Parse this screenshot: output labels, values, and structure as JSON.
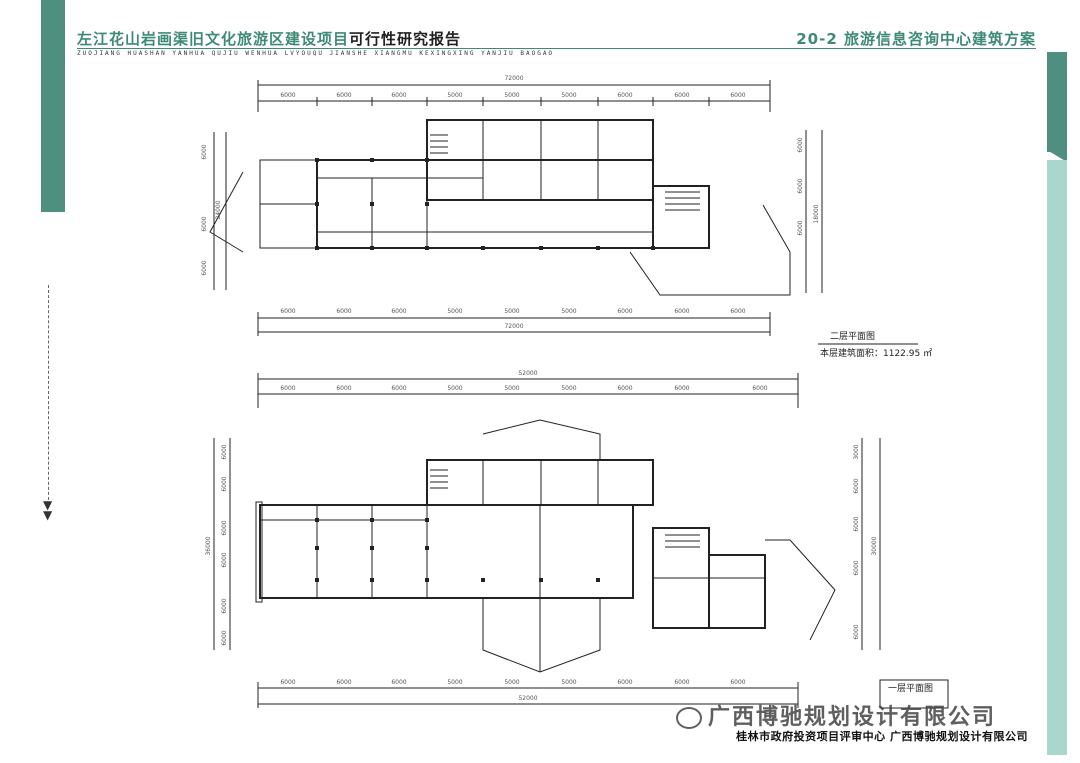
{
  "header": {
    "title_part1": "左江花山岩画渠旧文化旅游区建设项目",
    "title_part2": "可行性研究报告",
    "subtitle": "ZUOJIANG HUASHAN YANHUA QUJIU WENHUA LVYOUQU JIANSHE XIANGMU KEXINGXING YANJIU BAOGAO",
    "section": "20-2 旅游信息咨询中心建筑方案"
  },
  "plan_top": {
    "overall_width": "72000",
    "dims": [
      "6000",
      "6000",
      "6000",
      "5000",
      "5000",
      "5000",
      "6000",
      "6000",
      "6000"
    ],
    "left_dims": [
      "6000",
      "6000",
      "6000"
    ],
    "left_total": "24000",
    "right_dims": [
      "6000",
      "6000",
      "6000"
    ],
    "right_total": "18000",
    "label_line1": "二层平面图",
    "label_line2": "本层建筑面积：1122.95 ㎡"
  },
  "plan_bottom": {
    "overall_width": "52000",
    "dims": [
      "6000",
      "6000",
      "6000",
      "5000",
      "5000",
      "5000",
      "6000",
      "6000",
      "6000"
    ],
    "left_dims": [
      "6000",
      "6000",
      "6000",
      "6000",
      "6000",
      "6000"
    ],
    "left_total": "36000",
    "right_dims": [
      "3000",
      "6000",
      "6000",
      "6000",
      "6000"
    ],
    "right_total": "30000",
    "label_line1": "一层平面图"
  },
  "watermark": "广西博驰规划设计有限公司",
  "footer": "桂林市政府投资项目评审中心 广西博驰规划设计有限公司"
}
